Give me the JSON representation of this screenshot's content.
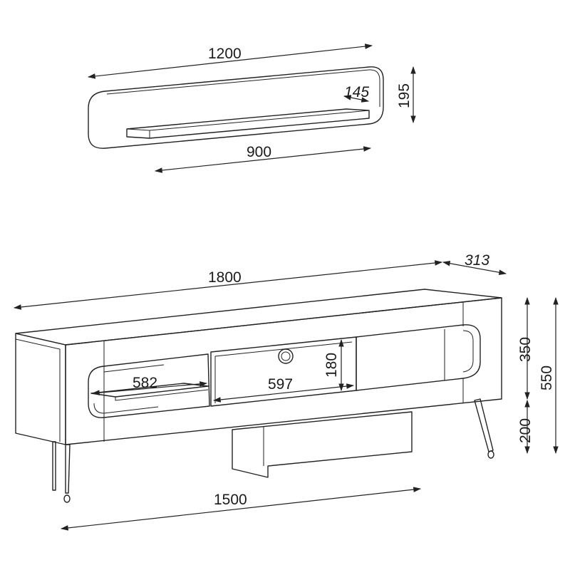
{
  "wall_shelf": {
    "width_label": "1200",
    "height_label": "195",
    "depth_label": "145",
    "shelf_width_label": "900"
  },
  "tv_unit": {
    "width_label": "1800",
    "depth_label": "313",
    "body_height_label": "350",
    "total_height_label": "550",
    "leg_height_label": "200",
    "base_width_label": "1500",
    "left_shelf_label": "582",
    "drawer_width_label": "597",
    "drawer_height_label": "180"
  }
}
